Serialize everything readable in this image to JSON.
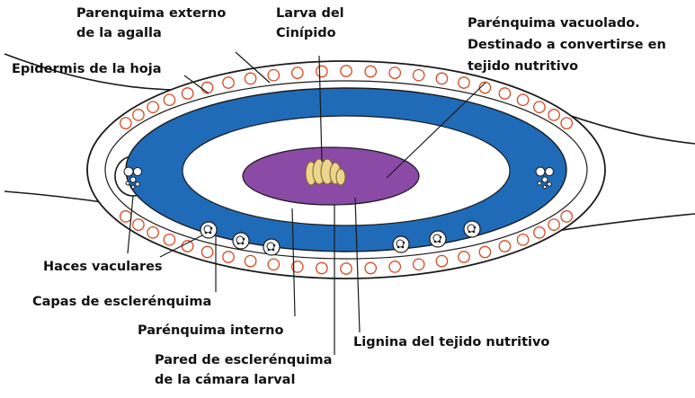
{
  "colors": {
    "blue_ring": "#1f6bb8",
    "purple_ring": "#8a4aa6",
    "cell_circle": "#d9481f",
    "larva": "#ecd58e",
    "outline": "#1a1a1a"
  },
  "labels": {
    "parenquima_externo": [
      "Parenquima externo",
      "de la agalla"
    ],
    "larva": [
      "Larva del",
      "Cinípido"
    ],
    "parenquima_vacuolado": [
      "Parénquima vacuolado.",
      "Destinado a convertirse en",
      "tejido nutritivo"
    ],
    "epidermis": "Epidermis de la hoja",
    "haces": "Haces vaculares",
    "capas": "Capas de esclerénquima",
    "parenquima_interno": "Parénquima interno",
    "pared": [
      "Pared de esclerénquima",
      "de la cámara larval"
    ],
    "lignina": "Lignina del tejido nutritivo"
  }
}
